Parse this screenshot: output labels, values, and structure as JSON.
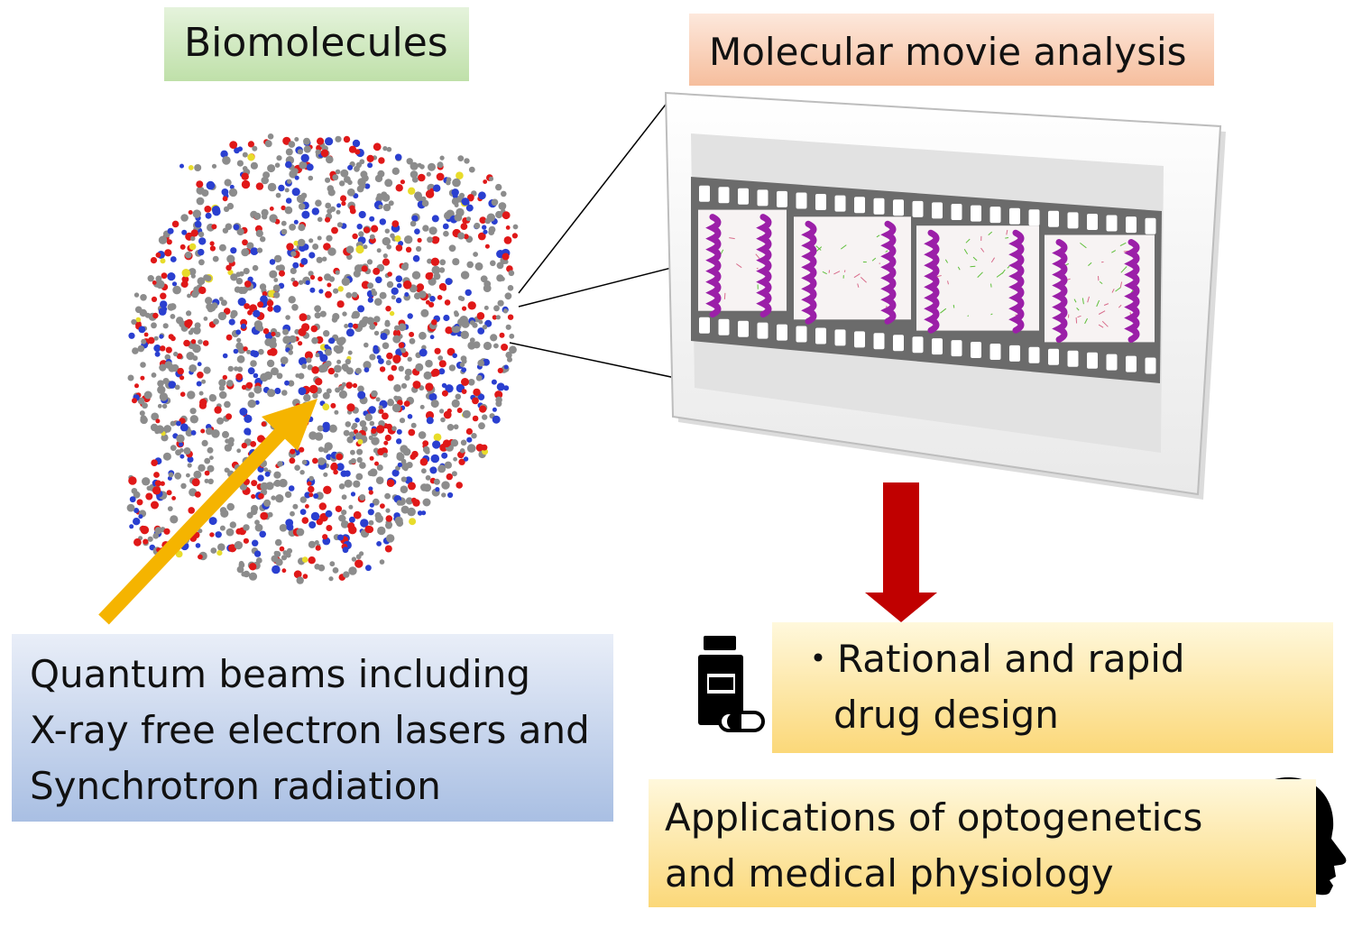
{
  "labels": {
    "biomolecules": "Biomolecules",
    "movie": "Molecular movie analysis",
    "quantum_lines": [
      "Quantum beams including",
      "X-ray free electron lasers and",
      "Synchrotron radiation"
    ],
    "drug_lines": [
      "・Rational and rapid",
      "drug design"
    ],
    "opto_lines": [
      "Applications of optogenetics",
      "and medical physiology"
    ]
  },
  "colors": {
    "atom_carbon": "#8c8c8c",
    "atom_oxygen": "#e01818",
    "atom_nitrogen": "#2a3fd0",
    "atom_sulfur": "#e8dc2a",
    "arrow_yellow": "#f5b400",
    "arrow_red": "#c00000",
    "film": "#6b6b6b",
    "helix": "#9b1fa8"
  },
  "icons": [
    "molecule-structure",
    "film-strip",
    "medicine-bottle-icon",
    "brain-head-icon"
  ]
}
